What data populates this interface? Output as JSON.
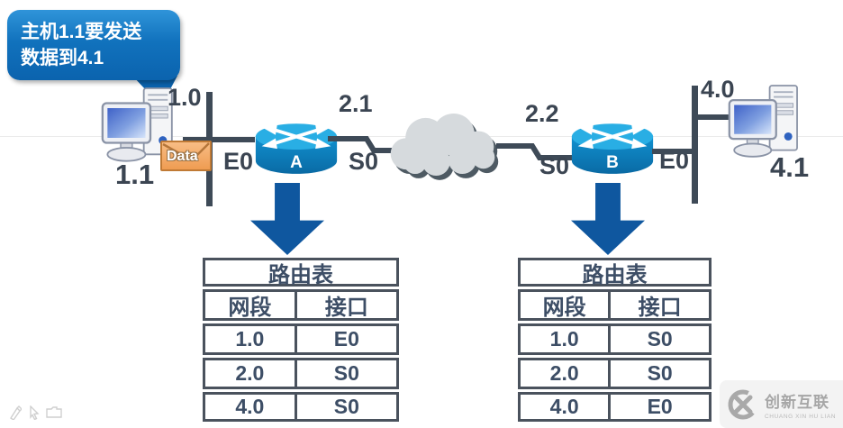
{
  "callout": {
    "line1": "主机1.1要发送",
    "line2": "数据到4.1"
  },
  "topology": {
    "left_segment": "1.0",
    "left_host": "1.1",
    "packet": "Data",
    "router_a": {
      "name": "A",
      "e0": "E0",
      "s0": "S0",
      "serial_net": "2.1"
    },
    "router_b": {
      "name": "B",
      "e0": "E0",
      "s0": "S0",
      "serial_net": "2.2"
    },
    "right_segment": "4.0",
    "right_host": "4.1"
  },
  "routing_table_a": {
    "title": "路由表",
    "columns": [
      "网段",
      "接口"
    ],
    "rows": [
      [
        "1.0",
        "E0"
      ],
      [
        "2.0",
        "S0"
      ],
      [
        "4.0",
        "S0"
      ]
    ]
  },
  "routing_table_b": {
    "title": "路由表",
    "columns": [
      "网段",
      "接口"
    ],
    "rows": [
      [
        "1.0",
        "S0"
      ],
      [
        "2.0",
        "S0"
      ],
      [
        "4.0",
        "E0"
      ]
    ]
  },
  "watermark": {
    "name": "创新互联",
    "subtitle": "CHUANG XIN HU LIAN"
  },
  "colors": {
    "callout_blue": "#0b63ae",
    "router_top_cyan": "#29aee4",
    "router_body_blue": "#0d7cba",
    "line_slate": "#3e4a57",
    "table_text": "#3d4e66",
    "block_arrow_blue": "#0f579f",
    "envelope_orange": "#ef9c52",
    "cloud_gray": "#d6dadd"
  }
}
